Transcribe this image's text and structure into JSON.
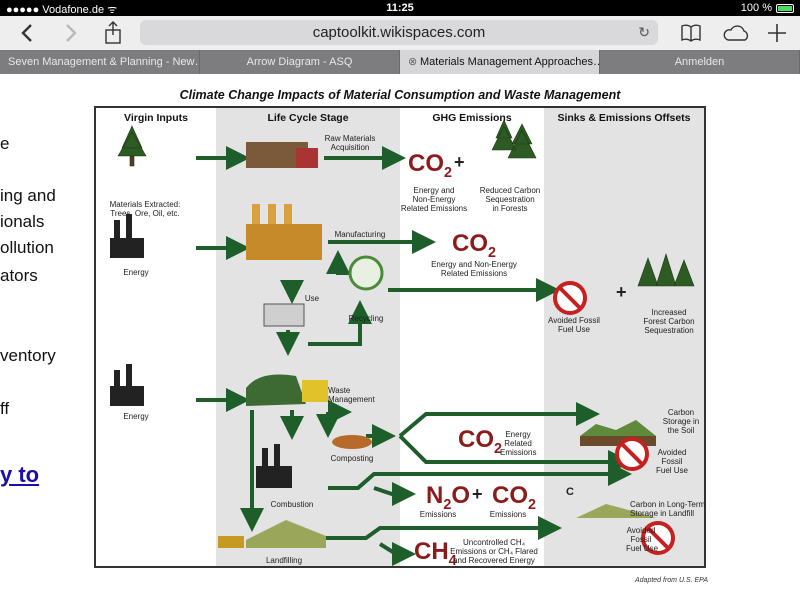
{
  "status": {
    "carrier": "Vodafone.de",
    "time": "11:25",
    "battery": "100 %"
  },
  "browser": {
    "url": "captoolkit.wikispaces.com",
    "icons": [
      "back-icon",
      "forward-icon",
      "share-icon",
      "bookmarks-icon",
      "cloud-icon",
      "new-tab-icon",
      "reload-icon"
    ],
    "tabs": [
      {
        "label": "Seven Management & Planning - New…"
      },
      {
        "label": "Arrow Diagram - ASQ"
      },
      {
        "label": "Materials Management Approaches…"
      },
      {
        "label": "Anmelden"
      }
    ]
  },
  "sidebar_text": {
    "l1": "e",
    "l2": "ing and",
    "l3": "ionals",
    "l4": "ollution",
    "l5": "ators",
    "l6": "ventory",
    "l7": "ff",
    "link": "y to"
  },
  "figure": {
    "title": "Climate Change Impacts of Material Consumption and Waste Management",
    "columns": [
      "Virgin Inputs",
      "Life Cycle Stage",
      "GHG Emissions",
      "Sinks & Emissions Offsets"
    ],
    "labels": {
      "materials": "Materials Extracted:\nTrees, Ore, Oil, etc.",
      "energy1": "Energy",
      "energy2": "Energy",
      "raw": "Raw Materials\nAcquisition",
      "manufacturing": "Manufacturing",
      "use": "Use",
      "recycling": "Recycling",
      "waste": "Waste\nManagement",
      "composting": "Composting",
      "combustion": "Combustion",
      "landfilling": "Landfilling",
      "ghg1": "Energy and\nNon-Energy\nRelated Emissions",
      "ghg2": "Energy and Non-Energy\nRelated Emissions",
      "reduced": "Reduced Carbon\nSequestration\nin Forests",
      "avoided1": "Avoided Fossil\nFuel Use",
      "increased": "Increased\nForest Carbon\nSequestration",
      "compost_em": "Energy\nRelated\nEmissions",
      "soil": "Carbon\nStorage in\nthe Soil",
      "avoided2": "Avoided\nFossil\nFuel Use",
      "n2o_em": "Emissions",
      "co2_em": "Emissions",
      "ltstore": "Carbon in Long-Term\nStorage in Landfill",
      "ch4_em": "Uncontrolled CH₄\nEmissions or CH₄ Flared\nand Recovered Energy",
      "avoided3": "Avoided\nFossil\nFuel Use",
      "c": "C"
    },
    "gases": {
      "co2": "CO",
      "n2o": "N",
      "ch4": "CH",
      "sub2": "2",
      "sub4": "4",
      "o": "O"
    },
    "plus": "+",
    "credit": "Adapted from U.S. EPA",
    "colors": {
      "arrow": "#1e5e2a",
      "gas": "#8e1b1b",
      "lifecycle_bg": "#e3e3e3",
      "sinks_bg": "#e3e3e3"
    }
  }
}
